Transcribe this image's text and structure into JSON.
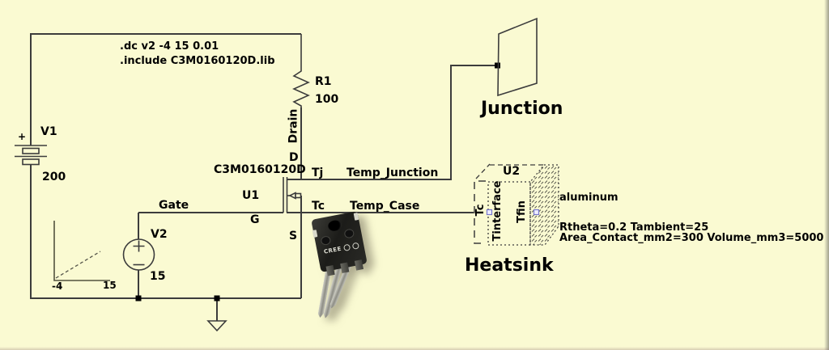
{
  "app": {
    "type": "spice-schematic",
    "background": "#FAFAD2",
    "wire_color": "#3C3C3C"
  },
  "directives": {
    "dc_sweep": ".dc v2 -4 15 0.01",
    "include": ".include C3M0160120D.lib"
  },
  "sources": {
    "v1": {
      "refdes": "V1",
      "value": "200",
      "polarity": "+"
    },
    "v2": {
      "refdes": "V2",
      "value": "15"
    }
  },
  "resistor": {
    "refdes": "R1",
    "value": "100"
  },
  "mosfet": {
    "model": "C3M0160120D",
    "refdes": "U1",
    "pins": {
      "d": "D",
      "g": "G",
      "s": "S",
      "tj": "Tj",
      "tc": "Tc"
    }
  },
  "nets": {
    "drain": "Drain",
    "gate": "Gate",
    "temp_junction": "Temp_Junction",
    "temp_case": "Temp_Case"
  },
  "sweep_axis": {
    "min": "-4",
    "max": "15"
  },
  "junction": {
    "title": "Junction"
  },
  "heatsink": {
    "title": "Heatsink",
    "refdes": "U2",
    "material": "aluminum",
    "pins": {
      "tc": "Tc",
      "tinterface": "Tinterface",
      "tfin": "Tfin"
    },
    "params": [
      "Rtheta=0.2 Tambient=25",
      "Area_Contact_mm2=300 Volume_mm3=5000"
    ]
  },
  "photo": {
    "brand": "CREE"
  }
}
